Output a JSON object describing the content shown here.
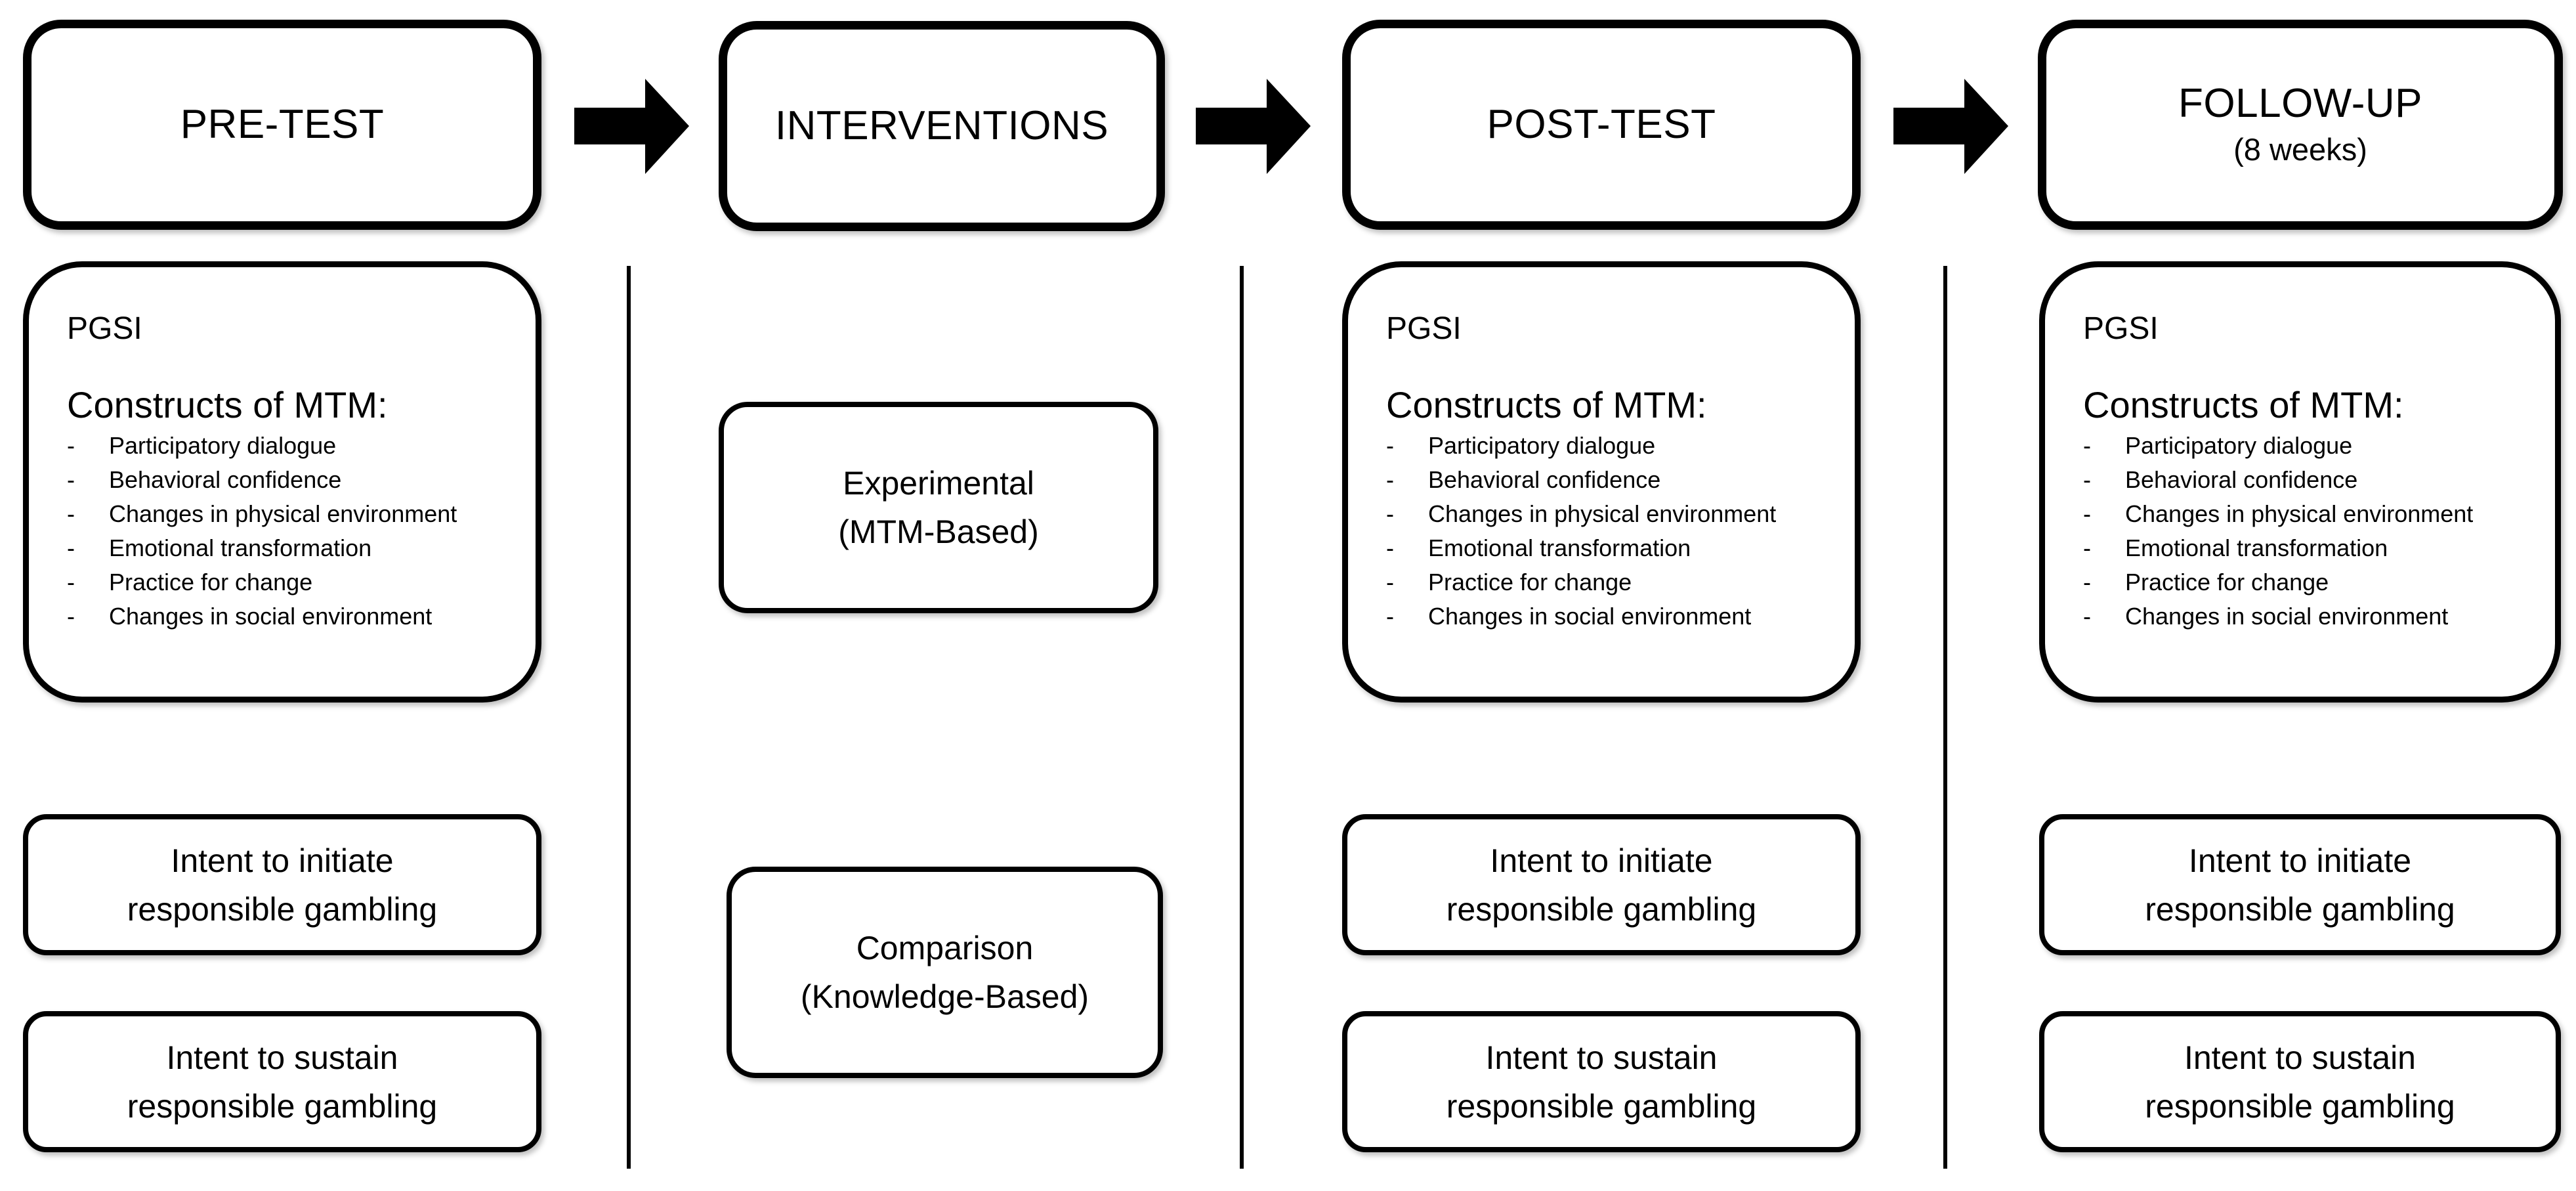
{
  "phases": [
    {
      "title": "PRE-TEST",
      "subtitle": ""
    },
    {
      "title": "INTERVENTIONS",
      "subtitle": ""
    },
    {
      "title": "POST-TEST",
      "subtitle": ""
    },
    {
      "title": "FOLLOW-UP",
      "subtitle": "(8 weeks)"
    }
  ],
  "measures": {
    "title": "PGSI",
    "subtitle": "Constructs of MTM:",
    "items": [
      "Participatory dialogue",
      "Behavioral confidence",
      "Changes in physical environment",
      "Emotional transformation",
      "Practice for change",
      "Changes in social environment"
    ]
  },
  "interventions": {
    "experimental": "Experimental\n(MTM-Based)",
    "comparison": "Comparison\n(Knowledge-Based)"
  },
  "intents": {
    "initiate": "Intent to initiate\nresponsible gambling",
    "sustain": "Intent to sustain\nresponsible gambling"
  },
  "colors": {
    "stroke": "#000000",
    "fill": "#ffffff"
  }
}
